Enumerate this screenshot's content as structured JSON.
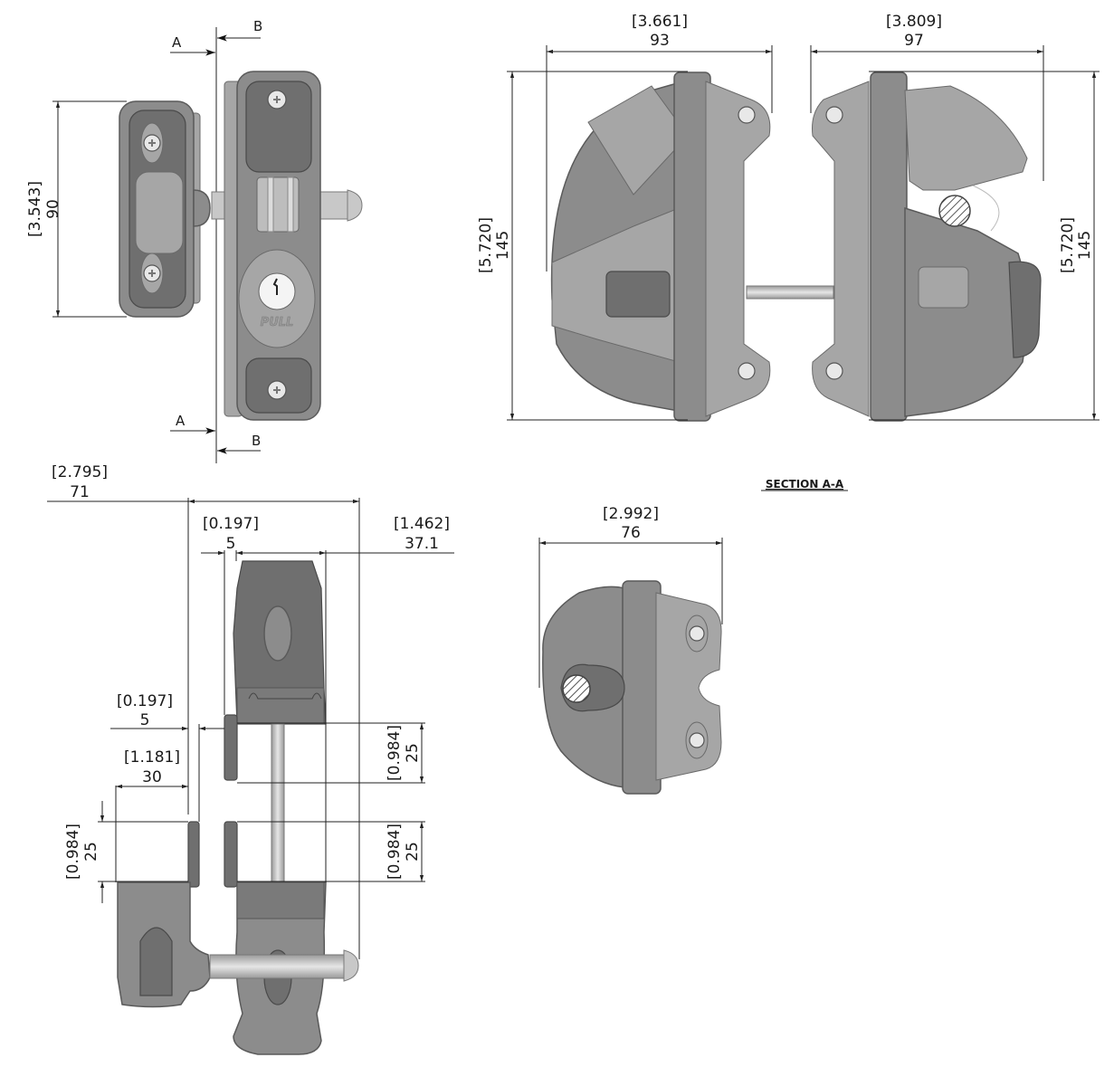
{
  "drawing": {
    "type": "technical-dimension-drawing",
    "subject": "gate latch assembly",
    "units": {
      "primary": "mm",
      "secondary": "in (bracketed)"
    },
    "section_markers": {
      "A": "A",
      "B": "B"
    },
    "front_view": {
      "knob_text": "PULL",
      "dims": {
        "height_in": "[3.543]",
        "height_mm": "90"
      }
    },
    "side_views": {
      "left_width_in": "[3.661]",
      "left_width_mm": "93",
      "right_width_in": "[3.809]",
      "right_width_mm": "97",
      "left_height_in": "[5.720]",
      "left_height_mm": "145",
      "right_height_in": "[5.720]",
      "right_height_mm": "145"
    },
    "section_aa": {
      "title": "SECTION A-A",
      "width_in": "[2.992]",
      "width_mm": "76"
    },
    "top_view": {
      "overall_width_in": "[2.795]",
      "overall_width_mm": "71",
      "gap_top_in": "[0.197]",
      "gap_top_mm": "5",
      "body_width_in": "[1.462]",
      "body_width_mm": "37.1",
      "gap_left_in": "[0.197]",
      "gap_left_mm": "5",
      "left_offset_in": "[1.181]",
      "left_offset_mm": "30",
      "post_upper_in": "[0.984]",
      "post_upper_mm": "25",
      "post_lower_in": "[0.984]",
      "post_lower_mm": "25",
      "left_post_in": "[0.984]",
      "left_post_mm": "25"
    }
  }
}
